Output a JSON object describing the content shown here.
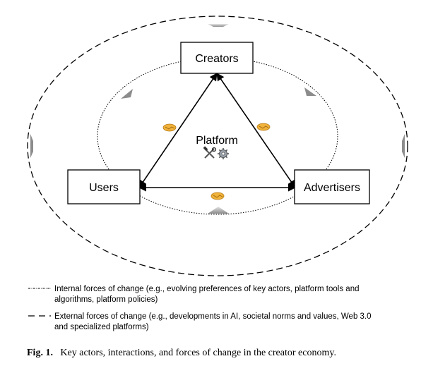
{
  "diagram": {
    "nodes": {
      "top": "Creators",
      "left": "Users",
      "right": "Advertisers"
    },
    "center": {
      "label": "Platform",
      "icons": [
        "tools-icon",
        "gear-icon"
      ]
    },
    "interaction_icon": "handshake-icon"
  },
  "legend": {
    "internal": {
      "line1": "Internal forces of change (e.g., evolving preferences of key actors, platform tools and",
      "line2": "algorithms, platform policies)"
    },
    "external": {
      "line1": "External forces of change (e.g., developments in AI, societal norms and values, Web 3.0",
      "line2": "and specialized platforms)"
    }
  },
  "caption": {
    "label": "Fig. 1.",
    "text": "Key actors, interactions, and forces of change in the creator economy."
  }
}
